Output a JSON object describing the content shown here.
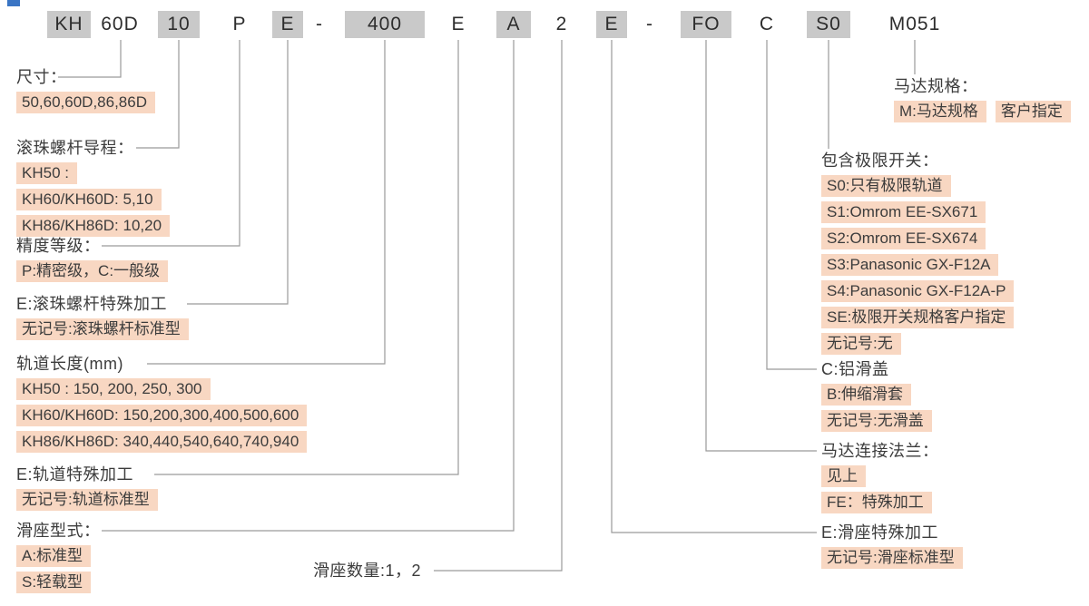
{
  "code": {
    "segments": [
      {
        "text": "KH",
        "shaded": true
      },
      {
        "text": "60D",
        "shaded": false
      },
      {
        "text": "10",
        "shaded": true
      },
      {
        "text": "P",
        "shaded": false
      },
      {
        "text": "E",
        "shaded": true
      },
      {
        "text": "-",
        "shaded": false
      },
      {
        "text": "400",
        "shaded": true
      },
      {
        "text": "E",
        "shaded": false
      },
      {
        "text": "A",
        "shaded": true
      },
      {
        "text": "2",
        "shaded": false
      },
      {
        "text": "E",
        "shaded": true
      },
      {
        "text": "-",
        "shaded": false
      },
      {
        "text": "FO",
        "shaded": true
      },
      {
        "text": "C",
        "shaded": false
      },
      {
        "text": "S0",
        "shaded": true
      },
      {
        "text": "M051",
        "shaded": false
      }
    ]
  },
  "annotations": {
    "size": {
      "label": "尺寸：",
      "items": [
        "50,60,60D,86,86D"
      ]
    },
    "lead": {
      "label": "滚珠螺杆导程：",
      "items": [
        "KH50 :",
        "KH60/KH60D: 5,10",
        "KH86/KH86D: 10,20"
      ]
    },
    "accuracy": {
      "label": "精度等级：",
      "items": [
        "P:精密级，C:一般级"
      ]
    },
    "screw_special": {
      "label": "E:滚珠螺杆特殊加工",
      "items": [
        "无记号:滚珠螺杆标准型"
      ]
    },
    "rail_length": {
      "label": "轨道长度(mm)",
      "items": [
        "KH50 : 150, 200, 250, 300",
        "KH60/KH60D: 150,200,300,400,500,600",
        "KH86/KH86D: 340,440,540,640,740,940"
      ]
    },
    "rail_special": {
      "label": "E:轨道特殊加工",
      "items": [
        "无记号:轨道标准型"
      ]
    },
    "slider_type": {
      "label": "滑座型式：",
      "items": [
        "A:标准型",
        "S:轻载型"
      ]
    },
    "slider_qty": {
      "label": "滑座数量:1，2"
    },
    "motor_spec": {
      "label": "马达规格：",
      "items": [
        "M:马达规格",
        "客户指定"
      ]
    },
    "limit_switch": {
      "label": "包含极限开关：",
      "items": [
        "S0:只有极限轨道",
        "S1:Omrom EE-SX671",
        "S2:Omrom EE-SX674",
        "S3:Panasonic GX-F12A",
        "S4:Panasonic GX-F12A-P",
        "SE:极限开关规格客户指定",
        "无记号:无"
      ]
    },
    "cover": {
      "label": "C:铝滑盖",
      "items": [
        "B:伸缩滑套",
        "无记号:无滑盖"
      ]
    },
    "flange": {
      "label": "马达连接法兰：",
      "items": [
        "见上",
        "FE：特殊加工"
      ]
    },
    "slider_special": {
      "label": "E:滑座特殊加工",
      "items": [
        "无记号:滑座标准型"
      ]
    }
  },
  "colors": {
    "highlight": "#f8d7c2",
    "segment_bg": "#c9c9c9",
    "leader_line": "#9a9a9a",
    "text": "#3c3c3c"
  }
}
